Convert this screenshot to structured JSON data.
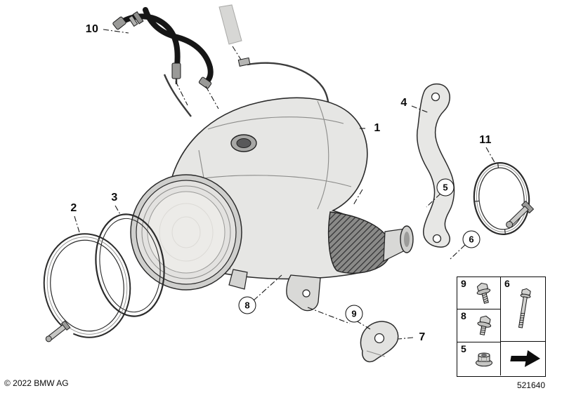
{
  "footer": {
    "copyright": "© 2022 BMW AG",
    "part_number": "521640"
  },
  "callouts": {
    "c1": "1",
    "c2": "2",
    "c3": "3",
    "c4": "4",
    "c5": "5",
    "c6": "6",
    "c7": "7",
    "c8": "8",
    "c9": "9",
    "c10": "10",
    "c11": "11"
  },
  "legend": {
    "top_left": "9",
    "top_right": "6",
    "mid_left": "8",
    "bottom_left": "5"
  },
  "icons": {
    "legend_top_left": "flange-bolt-icon",
    "legend_top_right": "long-flange-bolt-icon",
    "legend_mid_left": "flange-bolt-icon",
    "legend_bottom_left": "flange-nut-icon",
    "legend_bottom_right": "direction-arrow-icon"
  }
}
